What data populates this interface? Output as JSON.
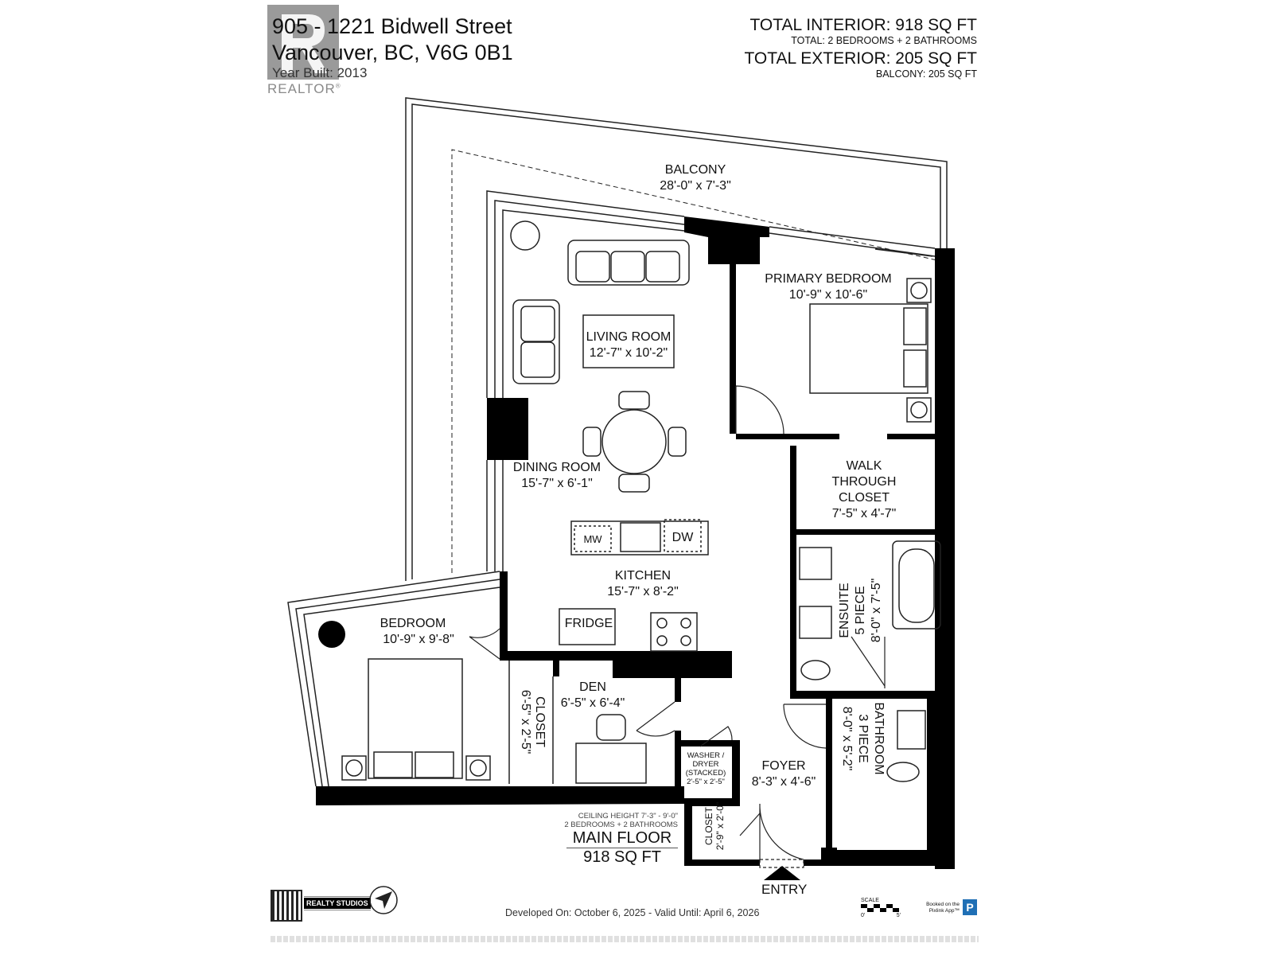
{
  "header": {
    "address_line1": "905 - 1221 Bidwell Street",
    "address_line2": "Vancouver, BC, V6G 0B1",
    "year_built": "Year Built: 2013",
    "watermark_logo": "REALTOR®",
    "total_interior_label": "TOTAL INTERIOR:",
    "total_interior_value": "918 SQ FT",
    "total_rooms": "TOTAL: 2 BEDROOMS + 2 BATHROOMS",
    "total_exterior_label": "TOTAL EXTERIOR:",
    "total_exterior_value": "205 SQ FT",
    "balcony_area": "BALCONY: 205 SQ FT"
  },
  "rooms": {
    "balcony": {
      "name": "BALCONY",
      "size": "28'-0\" x 7'-3\""
    },
    "primary_bedroom": {
      "name": "PRIMARY BEDROOM",
      "size": "10'-9\" x 10'-6\""
    },
    "living_room": {
      "name": "LIVING ROOM",
      "size": "12'-7\" x 10'-2\""
    },
    "dining_room": {
      "name": "DINING ROOM",
      "size": "15'-7\" x 6'-1\""
    },
    "walk_closet": {
      "line1": "WALK",
      "line2": "THROUGH",
      "line3": "CLOSET",
      "size": "7'-5\" x 4'-7\""
    },
    "kitchen": {
      "name": "KITCHEN",
      "size": "15'-7\" x 8'-2\""
    },
    "ensuite": {
      "name": "ENSUITE",
      "type": "5 PIECE",
      "size": "8'-0\" x 7'-5\""
    },
    "bedroom": {
      "name": "BEDROOM",
      "size": "10'-9\" x 9'-8\""
    },
    "closet_bedroom": {
      "name": "CLOSET",
      "size": "6'-5\" x 2'-5\""
    },
    "den": {
      "name": "DEN",
      "size": "6'-5\" x 6'-4\""
    },
    "washer_dryer": {
      "line1": "WASHER /",
      "line2": "DRYER",
      "line3": "(STACKED)",
      "size": "2'-5\" x 2'-5\""
    },
    "foyer": {
      "name": "FOYER",
      "size": "8'-3\" x 4'-6\""
    },
    "bathroom": {
      "name": "BATHROOM",
      "type": "3 PIECE",
      "size": "8'-0\" x 5'-2\""
    },
    "closet_entry": {
      "name": "CLOSET",
      "size": "2'-9\" x 2'-0\""
    }
  },
  "appliances": {
    "microwave": "MW",
    "dishwasher": "DW",
    "fridge": "FRIDGE"
  },
  "floor_summary": {
    "ceiling": "CEILING HEIGHT 7'-3\" - 9'-0\"",
    "rooms": "2 BEDROOMS + 2 BATHROOMS",
    "floor_name": "MAIN FLOOR",
    "floor_area": "918 SQ FT"
  },
  "entry_label": "ENTRY",
  "footer": {
    "brand_logo": "REALTY STUDIOS",
    "developed": "Developed On: October 6, 2025 - Valid Until: April 6, 2026",
    "scale_label": "SCALE",
    "scale_start": "0'",
    "scale_end": "5'",
    "booked_on": "Booked on the Pixlink App™",
    "pixlink_logo": "P"
  },
  "colors": {
    "wall": "#000000",
    "line": "#222222",
    "watermark": "#8a8a8a",
    "brand_blue": "#1f6fb5"
  }
}
